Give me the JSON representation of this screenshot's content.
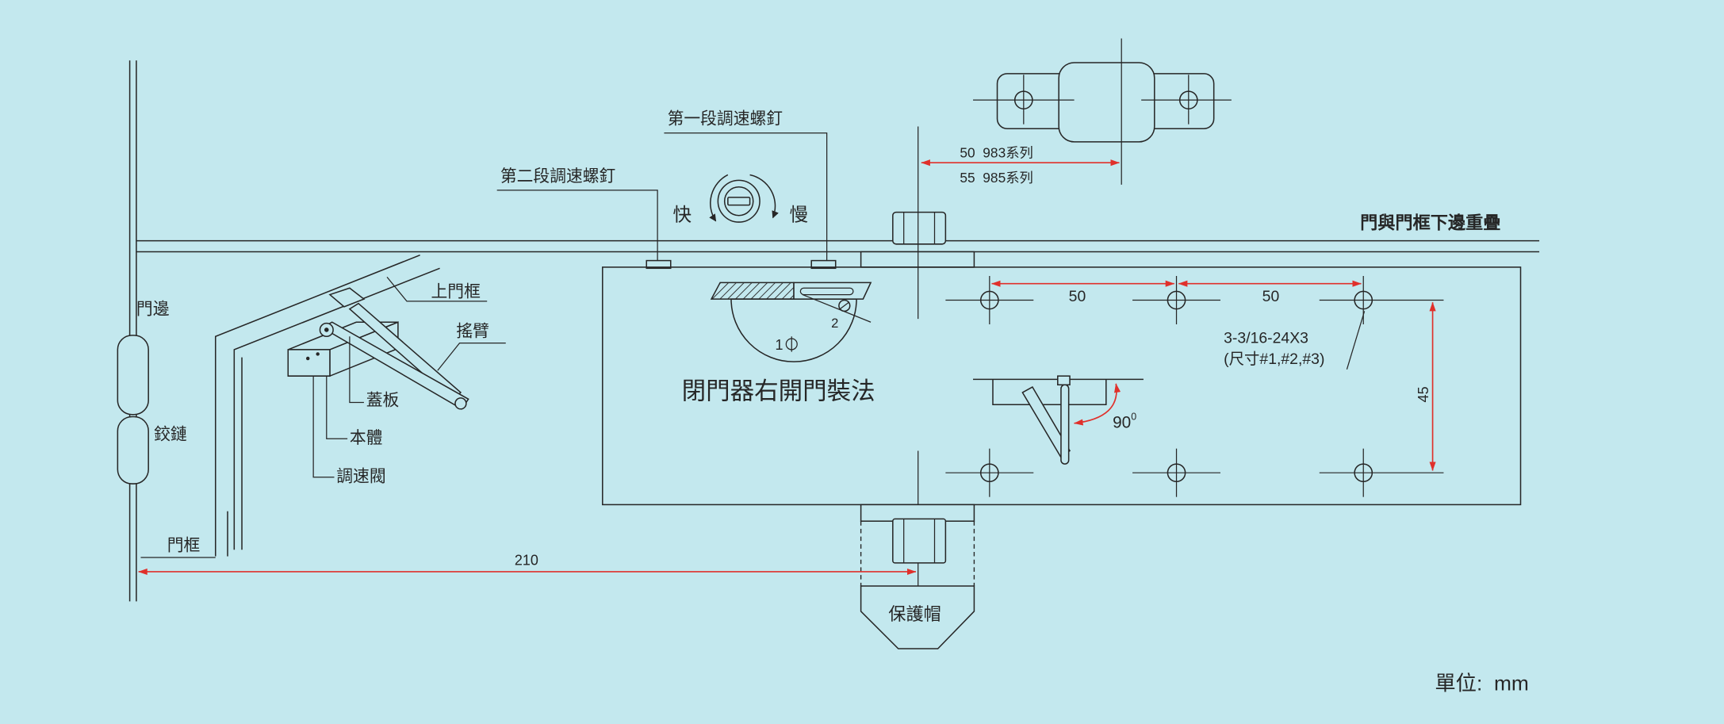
{
  "colors": {
    "background": "#c3e8ee",
    "line": "#262626",
    "dimension": "#e0302b"
  },
  "labels": {
    "first_stage_screw": "第一段調速螺釘",
    "second_stage_screw": "第二段調速螺釘",
    "fast": "快",
    "slow": "慢",
    "overlap_note": "門與門框下邊重疊",
    "door_edge": "門邊",
    "hinge": "鉸鏈",
    "top_frame": "上門框",
    "arm": "搖臂",
    "cover_plate": "蓋板",
    "body": "本體",
    "speed_valve": "調速閥",
    "door_frame": "門框",
    "title": "閉門器右開門裝法",
    "protective_cap": "保護帽",
    "unit": "單位:  mm"
  },
  "dimensions": {
    "series_983": "50  983系列",
    "series_985": "55  985系列",
    "hole_spacing_1": "50",
    "hole_spacing_2": "50",
    "hole_row_gap": "45",
    "door_distance": "210",
    "screw_spec": "3-3/16-24X3",
    "screw_sizes": "(尺寸#1,#2,#3)",
    "angle": "90",
    "angle_degree": "0"
  },
  "valve_marks": {
    "position_1": "1",
    "position_2": "2"
  }
}
